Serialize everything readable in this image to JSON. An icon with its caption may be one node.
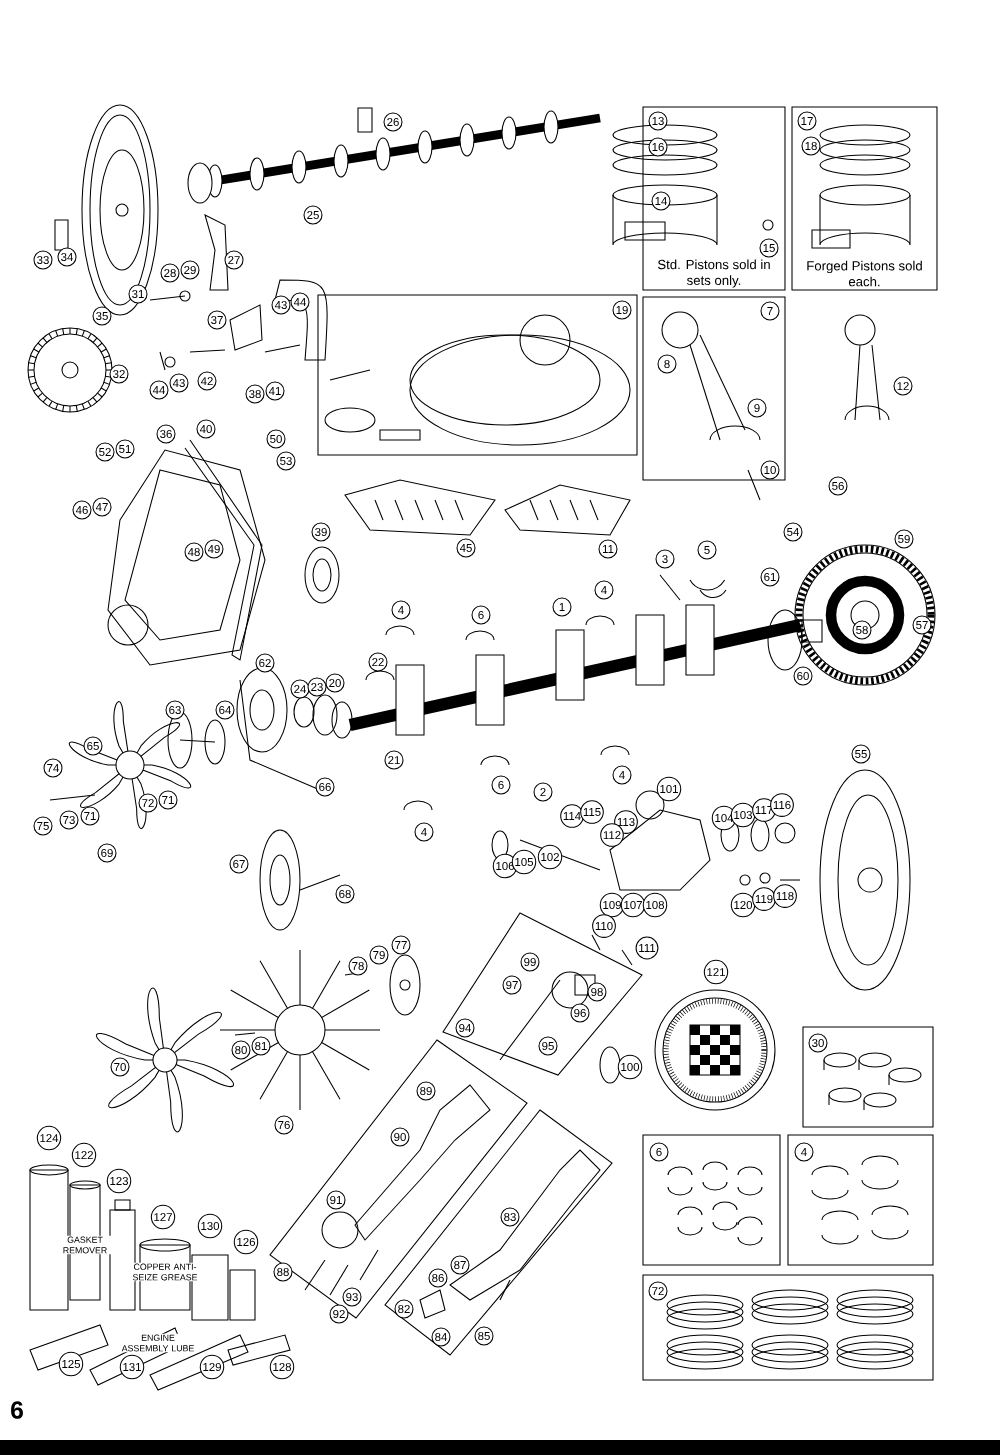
{
  "diagram": {
    "nodes": [
      {
        "text": [
          "Std. Pistons sold in sets only."
        ]
      },
      {
        "text": [
          "Forged Pistons sold each."
        ]
      }
    ],
    "labels": [
      "26",
      "25",
      "33",
      "34",
      "27",
      "35",
      "31",
      "28",
      "29",
      "32",
      "37",
      "43",
      "44",
      "44",
      "43",
      "42",
      "38",
      "41",
      "19",
      "7",
      "8",
      "9",
      "10",
      "12",
      "36",
      "40",
      "50",
      "53",
      "52",
      "51",
      "46",
      "47",
      "48",
      "49",
      "45",
      "11",
      "39",
      "56",
      "54",
      "59",
      "3",
      "5",
      "4",
      "6",
      "1",
      "4",
      "61",
      "57",
      "58",
      "60",
      "62",
      "22",
      "24",
      "23",
      "20",
      "63",
      "64",
      "65",
      "21",
      "2",
      "6",
      "4",
      "4",
      "74",
      "75",
      "73",
      "71",
      "72",
      "71",
      "66",
      "55",
      "69",
      "67",
      "68",
      "101",
      "114",
      "115",
      "113",
      "112",
      "104",
      "103",
      "117",
      "116",
      "102",
      "106",
      "105",
      "109",
      "107",
      "108",
      "120",
      "119",
      "118",
      "110",
      "111",
      "121",
      "77",
      "78",
      "79",
      "99",
      "97",
      "98",
      "96",
      "94",
      "95",
      "80",
      "81",
      "70",
      "100",
      "30",
      "76",
      "89",
      "124",
      "90",
      "122",
      "123",
      "127",
      "130",
      "126",
      "91",
      "83",
      "6",
      "4",
      "86",
      "87",
      "88",
      "93",
      "92",
      "82",
      "84",
      "85",
      "72",
      "125",
      "131",
      "129",
      "128",
      "13",
      "16",
      "14",
      "15",
      "17",
      "18",
      "GASKET REMOVER",
      "COPPER ANTI-SEIZE GREASE",
      "ENGINE ASSEMBLY LUBE",
      "6"
    ]
  }
}
